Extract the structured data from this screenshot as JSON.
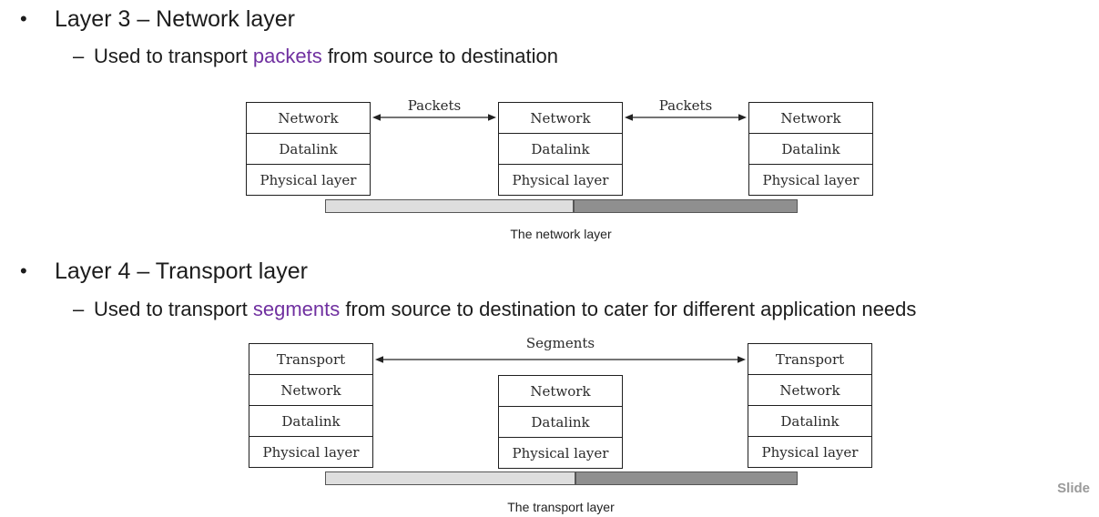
{
  "colors": {
    "highlight": "#7030a0",
    "light_bar": "#dedede",
    "dark_bar": "#8f8f8f"
  },
  "bullet1": {
    "marker": "•",
    "title": "Layer 3 – Network layer",
    "sub_marker": "–",
    "sub_pre": "Used to transport ",
    "sub_highlight": "packets",
    "sub_post": " from source to destination"
  },
  "bullet2": {
    "marker": "•",
    "title": "Layer 4 – Transport layer",
    "sub_marker": "–",
    "sub_pre": "Used to transport ",
    "sub_highlight": "segments",
    "sub_post": " from source to destination to cater for different application needs"
  },
  "network_diagram": {
    "stacks": [
      {
        "layers": [
          "Network",
          "Datalink",
          "Physical layer"
        ]
      },
      {
        "layers": [
          "Network",
          "Datalink",
          "Physical layer"
        ]
      },
      {
        "layers": [
          "Network",
          "Datalink",
          "Physical layer"
        ]
      }
    ],
    "arrow_labels": [
      "Packets",
      "Packets"
    ],
    "caption": "The network layer"
  },
  "transport_diagram": {
    "left_stack": [
      "Transport",
      "Network",
      "Datalink",
      "Physical layer"
    ],
    "middle_stack": [
      "Network",
      "Datalink",
      "Physical layer"
    ],
    "right_stack": [
      "Transport",
      "Network",
      "Datalink",
      "Physical layer"
    ],
    "arrow_label": "Segments",
    "caption": "The transport layer"
  },
  "footer": {
    "label": "Slide"
  }
}
